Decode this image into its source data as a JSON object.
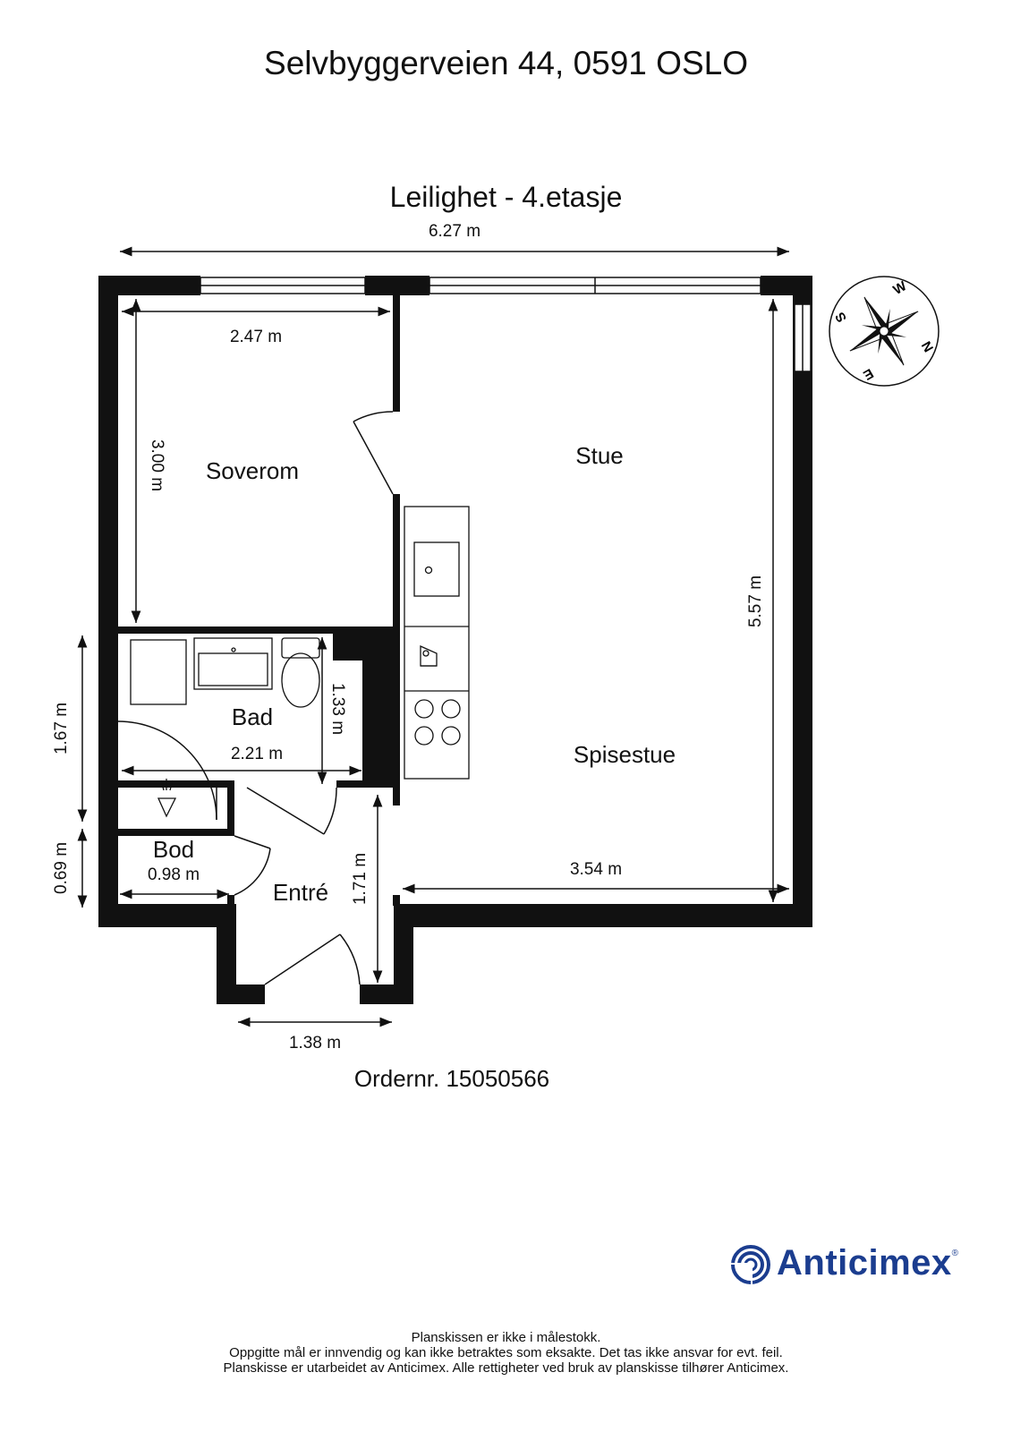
{
  "header": {
    "address": "Selvbyggerveien 44, 0591 OSLO",
    "floor": "Leilighet  - 4.etasje"
  },
  "rooms": {
    "soverom": "Soverom",
    "stue": "Stue",
    "bad": "Bad",
    "spisestue": "Spisestue",
    "bod": "Bod",
    "entre": "Entré"
  },
  "dimensions": {
    "overall_width": "6.27 m",
    "soverom_width": "2.47 m",
    "soverom_depth": "3.00 m",
    "stue_depth": "5.57 m",
    "bad_depth_outer": "1.67 m",
    "bad_depth_inner": "1.33 m",
    "bad_width": "2.21 m",
    "bod_depth": "0.69 m",
    "bod_width": "0.98 m",
    "entre_depth": "1.71 m",
    "spisestue_width": "3.54 m",
    "entre_width": "1.38 m"
  },
  "compass": {
    "labels": [
      "W",
      "N",
      "E",
      "S"
    ]
  },
  "order": "Ordernr. 15050566",
  "brand": {
    "name": "Anticimex",
    "mark": "®",
    "color": "#1b3d8f"
  },
  "footer": {
    "line1": "Planskissen er ikke i målestokk.",
    "line2": "Oppgitte mål er innvendig og kan ikke betraktes som eksakte. Det tas ikke ansvar for evt. feil.",
    "line3": "Planskisse er utarbeidet av Anticimex. Alle rettigheter ved bruk av planskisse tilhører Anticimex."
  }
}
